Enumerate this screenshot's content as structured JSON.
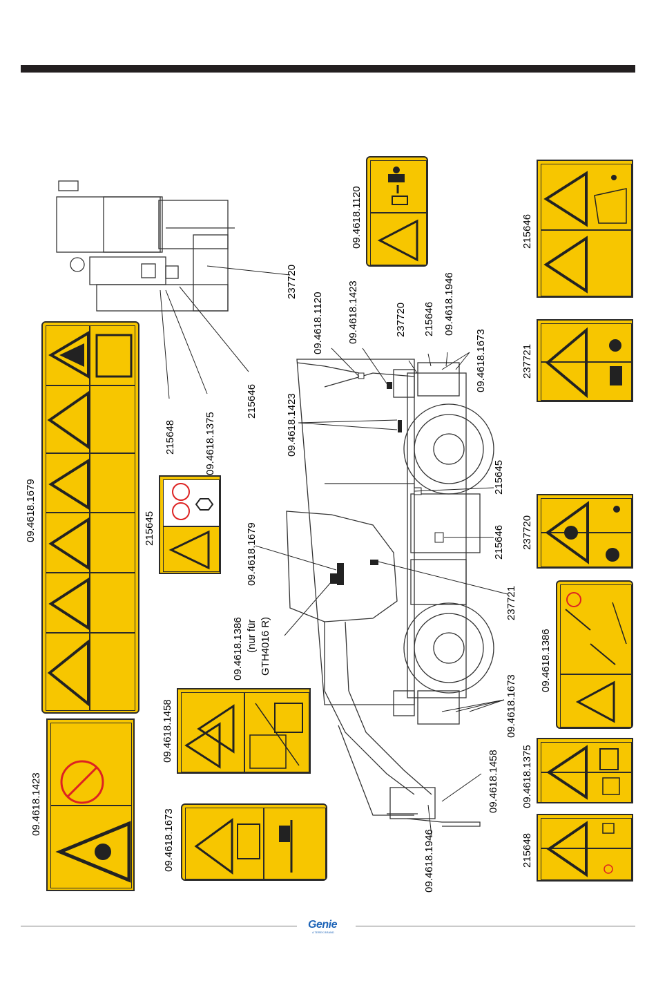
{
  "labels": {
    "l1679_left": "09.4618.1679",
    "l215645_left": "215645",
    "l1423_left": "09.4618.1423",
    "l1458_left": "09.4618.1458",
    "l1673_left": "09.4618.1673",
    "l215648_mid": "215648",
    "l1375_mid": "09.4618.1375",
    "l215646_mid": "215646",
    "l237720_mid": "237720",
    "l1679_mid": "09.4618.1679",
    "l1386_mid": "09.4618.1386",
    "l1386_note1": "(nur für",
    "l1386_note2": "GTH4016 R)",
    "l1423_mid": "09.4618.1423",
    "l1120_top": "09.4618.1120",
    "l1423_top": "09.4618.1423",
    "l237720_top": "237720",
    "l215646_top": "215646",
    "l1946_top": "09.4618.1946",
    "l1673_top": "09.4618.1673",
    "l215645_right": "215645",
    "l215646_right": "215646",
    "l237721_right": "237721",
    "l1673_bottom": "09.4618.1673",
    "l1458_bottom": "09.4618.1458",
    "l1946_bottom": "09.4618.1946",
    "l1120_decal": "09.4618.1120",
    "l215646_decal": "215646",
    "l237721_decal": "237721",
    "l237720_decal": "237720",
    "l1386_decal": "09.4618.1386",
    "l1375_decal": "09.4618.1375",
    "l215648_decal": "215648"
  },
  "machine": {
    "brand": "Genie",
    "model": "GTH 4016 R"
  },
  "footer": {
    "logo": "Genie",
    "tagline": "A TEREX BRAND"
  },
  "colors": {
    "decal_yellow": "#f7c600",
    "rule": "#231f20",
    "logo": "#1c63b7"
  }
}
